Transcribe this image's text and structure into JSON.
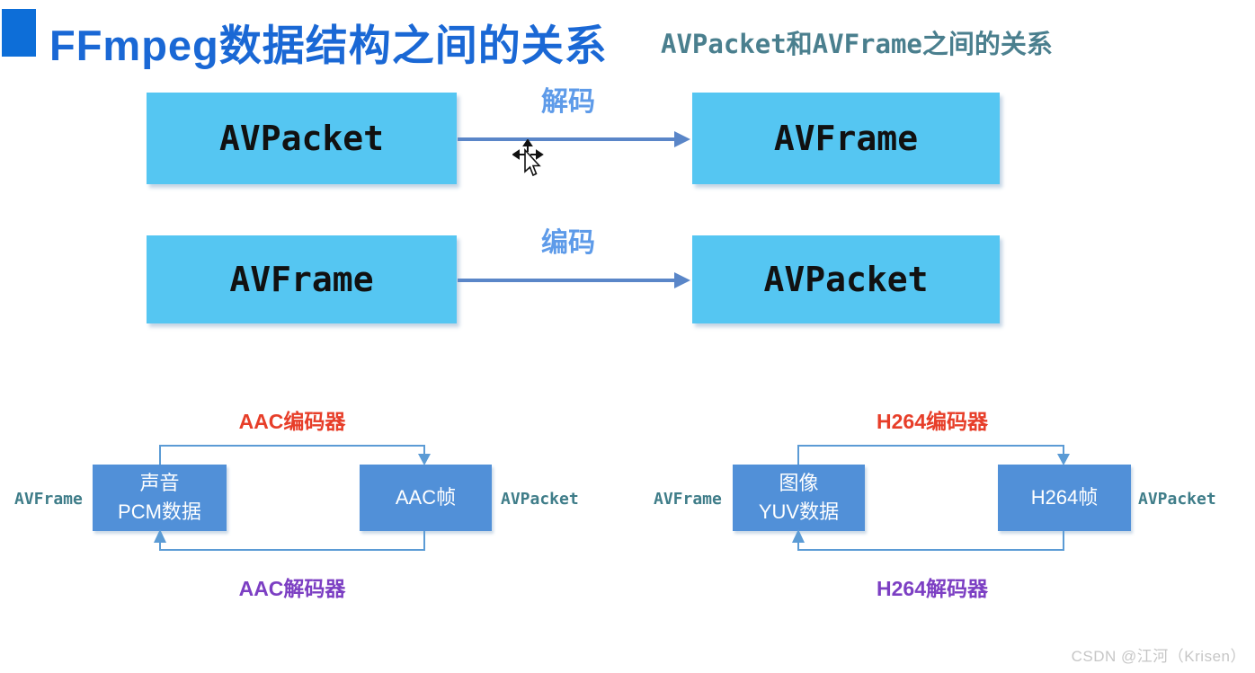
{
  "header": {
    "title": "FFmpeg数据结构之间的关系",
    "subtitle": "AVPacket和AVFrame之间的关系"
  },
  "flows": [
    {
      "from": "AVPacket",
      "label": "解码",
      "to": "AVFrame"
    },
    {
      "from": "AVFrame",
      "label": "编码",
      "to": "AVPacket"
    }
  ],
  "codec_diagrams": [
    {
      "encoder_label": "AAC编码器",
      "left_tag": "AVFrame",
      "left_box_line1": "声音",
      "left_box_line2": "PCM数据",
      "right_box_label": "AAC帧",
      "right_tag": "AVPacket",
      "decoder_label": "AAC解码器"
    },
    {
      "encoder_label": "H264编码器",
      "left_tag": "AVFrame",
      "left_box_line1": "图像",
      "left_box_line2": "YUV数据",
      "right_box_label": "H264帧",
      "right_tag": "AVPacket",
      "decoder_label": "H264解码器"
    }
  ],
  "watermark": "CSDN @江河（Krisen）",
  "colors": {
    "title_blue": "#1a68d5",
    "accent_square_blue": "#0d6ed8",
    "subtitle_teal": "#4a7f8e",
    "flow_box_cyan": "#55c6f2",
    "codec_box_blue": "#5190d8",
    "arrow_blue": "#5a86c8",
    "connector_blue": "#5b9bd5",
    "flow_label_blue": "#5e9be9",
    "encoder_red": "#e73e29",
    "decoder_purple": "#7c3fc3",
    "side_tag_teal": "#3f7d89",
    "watermark_gray": "#c6c6c6"
  }
}
